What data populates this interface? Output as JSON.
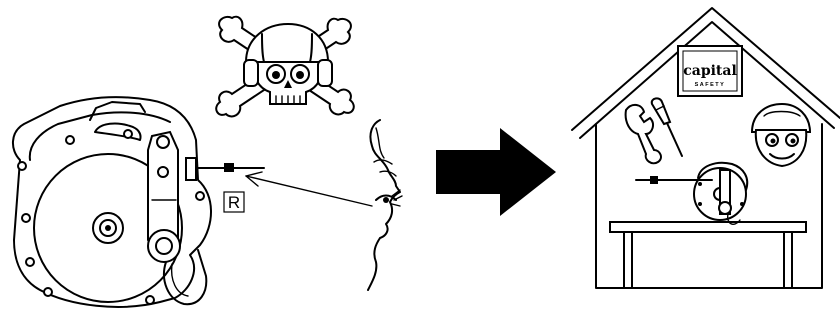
{
  "inspection_marker": {
    "letter": "R"
  },
  "brand_logo": {
    "name": "capital",
    "tagline": "SAFETY"
  },
  "icons": [
    "skull-crossbones-icon",
    "arrow-right-icon",
    "house-icon",
    "wrench-icon",
    "screwdriver-icon",
    "mascot-helmet-icon",
    "self-retracting-lifeline-icon",
    "inspector-face-icon"
  ]
}
